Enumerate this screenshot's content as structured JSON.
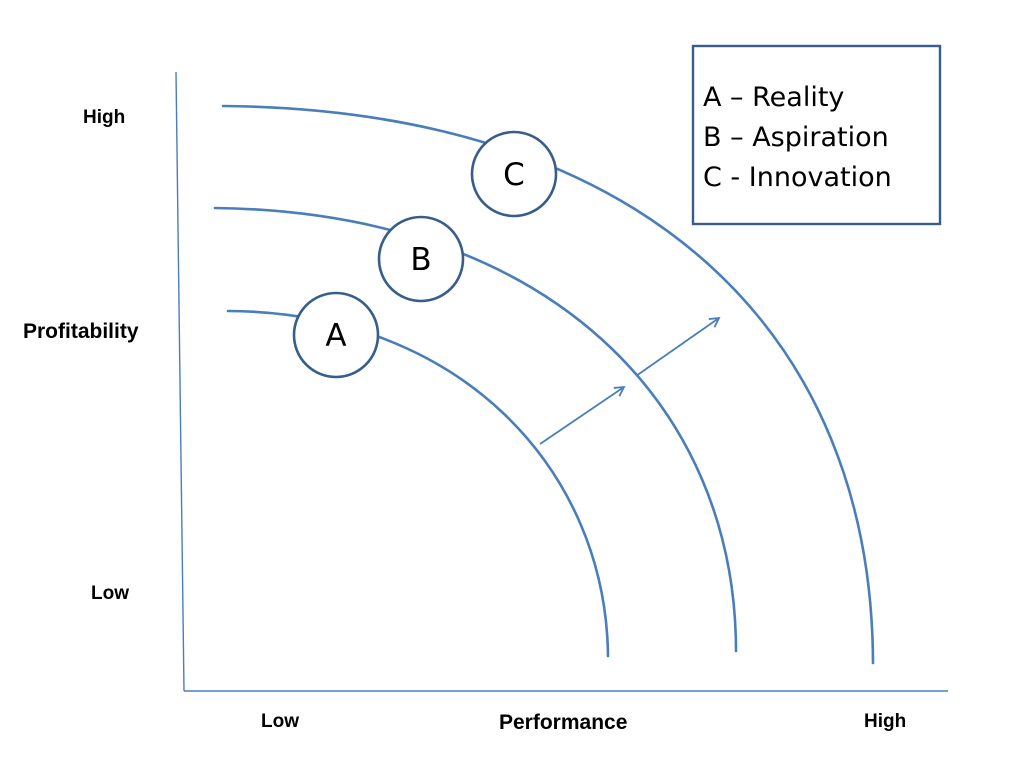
{
  "colors": {
    "curve": "#4a7ebb",
    "marker_border": "#385d8a",
    "axis": "#4a7ebb",
    "text": "#000000"
  },
  "y_axis": {
    "title": "Profitability",
    "high_label": "High",
    "low_label": "Low"
  },
  "x_axis": {
    "title": "Performance",
    "low_label": "Low",
    "high_label": "High"
  },
  "markers": [
    {
      "id": "a",
      "label": "A"
    },
    {
      "id": "b",
      "label": "B"
    },
    {
      "id": "c",
      "label": "C"
    }
  ],
  "legend": {
    "items": [
      "A – Reality",
      "B – Aspiration",
      "C - Innovation"
    ]
  }
}
